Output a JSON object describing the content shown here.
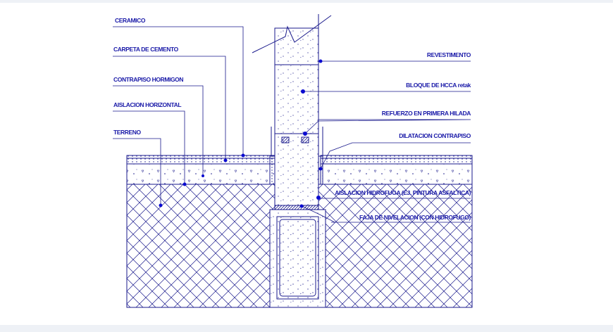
{
  "colors": {
    "line": "#1a1a8c",
    "label": "#1a1aa8",
    "dot": "#0a0ad0",
    "background": "#ffffff"
  },
  "labels_left": [
    {
      "id": "ceramico",
      "text": "CERAMICO"
    },
    {
      "id": "carpeta",
      "text": "CARPETA DE CEMENTO"
    },
    {
      "id": "contrapiso",
      "text": "CONTRAPISO HORMIGON"
    },
    {
      "id": "aislacion-horizontal",
      "text": "AISLACION HORIZONTAL"
    },
    {
      "id": "terreno",
      "text": "TERRENO"
    }
  ],
  "labels_right": [
    {
      "id": "revestimiento",
      "text": "REVESTIMENTO"
    },
    {
      "id": "bloque",
      "text": "BLOQUE DE HCCA retak"
    },
    {
      "id": "refuerzo",
      "text": "REFUERZO EN PRIMERA HILADA"
    },
    {
      "id": "dilatacion",
      "text": "DILATACION CONTRAPISO"
    },
    {
      "id": "aislacion-hidrofuga",
      "text": "AISLACION HIDROFUGA (EJ. PINTURA ASFALTICA)"
    },
    {
      "id": "faja",
      "text": "FAJA DE NIVELACION (CON HIDROFUGO)"
    }
  ]
}
